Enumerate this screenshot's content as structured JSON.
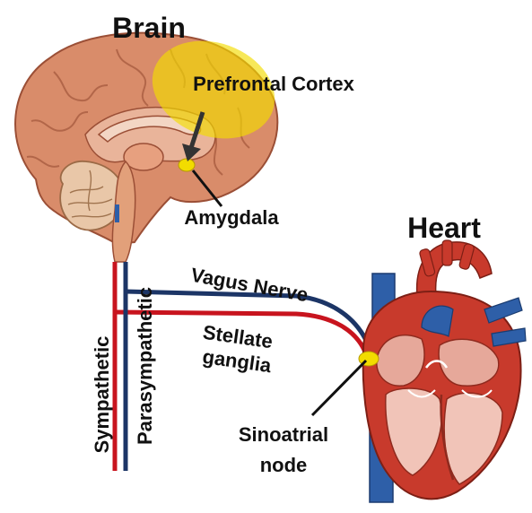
{
  "labels": {
    "brain": "Brain",
    "prefrontal_cortex": "Prefrontal Cortex",
    "amygdala": "Amygdala",
    "heart": "Heart",
    "vagus_nerve": "Vagus Nerve",
    "stellate_ganglia_line1": "Stellate",
    "stellate_ganglia_line2": "ganglia",
    "sinoatrial_line1": "Sinoatrial",
    "sinoatrial_line2": "node",
    "sympathetic": "Sympathetic",
    "parasympathetic": "Parasympathetic"
  },
  "colors": {
    "sympathetic": "#c8141e",
    "parasympathetic": "#1c3566",
    "highlight": "#f2dc00",
    "brain": "#d98c6a",
    "heart_red": "#c83a2c",
    "heart_blue": "#2e5fa8"
  },
  "icons": {
    "brain": "brain-illustration",
    "heart": "heart-illustration"
  }
}
